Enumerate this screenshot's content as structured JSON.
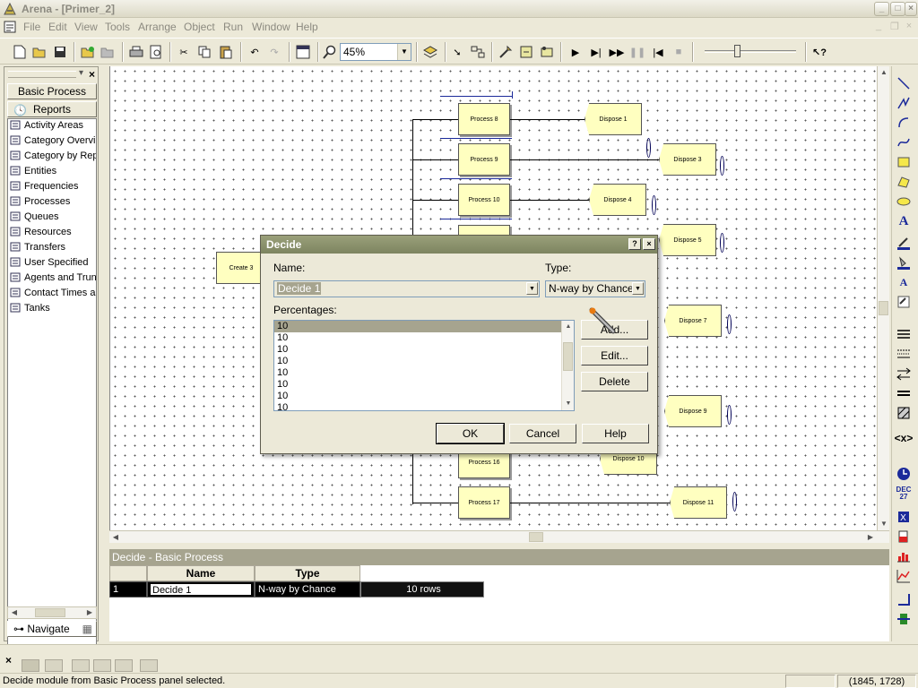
{
  "window": {
    "title": "Arena - [Primer_2]"
  },
  "menu": [
    "File",
    "Edit",
    "View",
    "Tools",
    "Arrange",
    "Object",
    "Run",
    "Window",
    "Help"
  ],
  "toolbar": {
    "zoom_value": "45%"
  },
  "project_bar": {
    "basic_process_label": "Basic Process",
    "reports_label": "Reports",
    "report_items": [
      "Activity Areas",
      "Category Overvi",
      "Category by Rep",
      "Entities",
      "Frequencies",
      "Processes",
      "Queues",
      "Resources",
      "Transfers",
      "User Specified",
      "Agents and Trun",
      "Contact Times ar",
      "Tanks"
    ],
    "navigate_label": "Navigate"
  },
  "canvas": {
    "create": "Create 3",
    "processes": [
      "Process 8",
      "Process 9",
      "Process 10",
      "Process 16",
      "Process 17"
    ],
    "disposes": [
      "Dispose 1",
      "Dispose 3",
      "Dispose 4",
      "Dispose 5",
      "Dispose 7",
      "Dispose 9",
      "Dispose 10",
      "Dispose 11"
    ]
  },
  "dialog": {
    "title": "Decide",
    "name_label": "Name:",
    "name_value": "Decide 1",
    "type_label": "Type:",
    "type_value": "N-way by Chance",
    "percentages_label": "Percentages:",
    "percentages": [
      "10",
      "10",
      "10",
      "10",
      "10",
      "10",
      "10",
      "10"
    ],
    "add_label": "Add...",
    "edit_label": "Edit...",
    "delete_label": "Delete",
    "ok_label": "OK",
    "cancel_label": "Cancel",
    "help_label": "Help"
  },
  "sheet": {
    "title": "Decide - Basic Process",
    "headers": [
      "Name",
      "Type"
    ],
    "row": {
      "index": "1",
      "name": "Decide 1",
      "type": "N-way by Chance",
      "rows": "10 rows"
    }
  },
  "status": {
    "message": "Decide module from Basic Process panel selected.",
    "coords": "(1845, 1728)"
  },
  "colors": {
    "module_fill": "#ffffc0",
    "dialog_title": "#7d8460",
    "selection": "#a6a48f"
  }
}
